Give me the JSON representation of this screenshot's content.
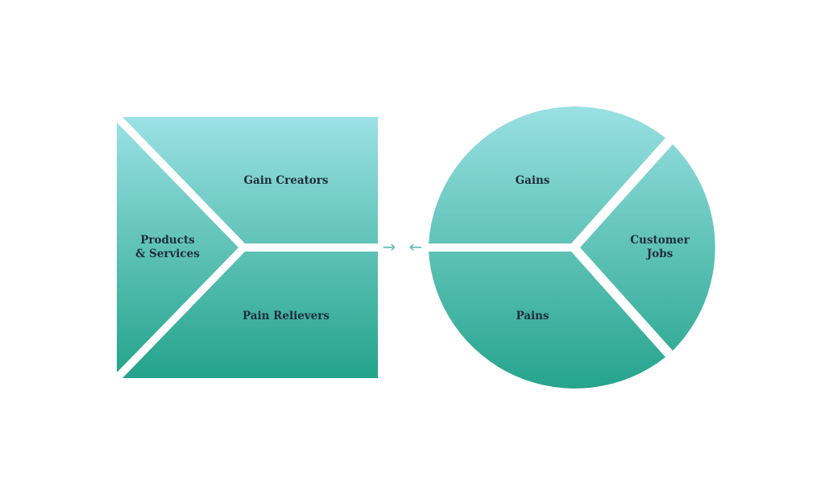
{
  "value_map": {
    "labels": {
      "gain_creators": "Gain Creators",
      "products_services_line1": "Products",
      "products_services_line2": "& Services",
      "pain_relievers": "Pain Relievers",
      "gains": "Gains",
      "customer_jobs_line1": "Customer",
      "customer_jobs_line2": "Jobs",
      "pains": "Pains"
    },
    "arrows": {
      "right_arrow_glyph": "→",
      "left_arrow_glyph": "←"
    }
  },
  "colors": {
    "gradient_top": "#9be1e5",
    "gradient_bottom": "#23a38a",
    "arrow": "#5fbfb4",
    "label_text": "#1f2d3d",
    "background": "#ffffff"
  }
}
